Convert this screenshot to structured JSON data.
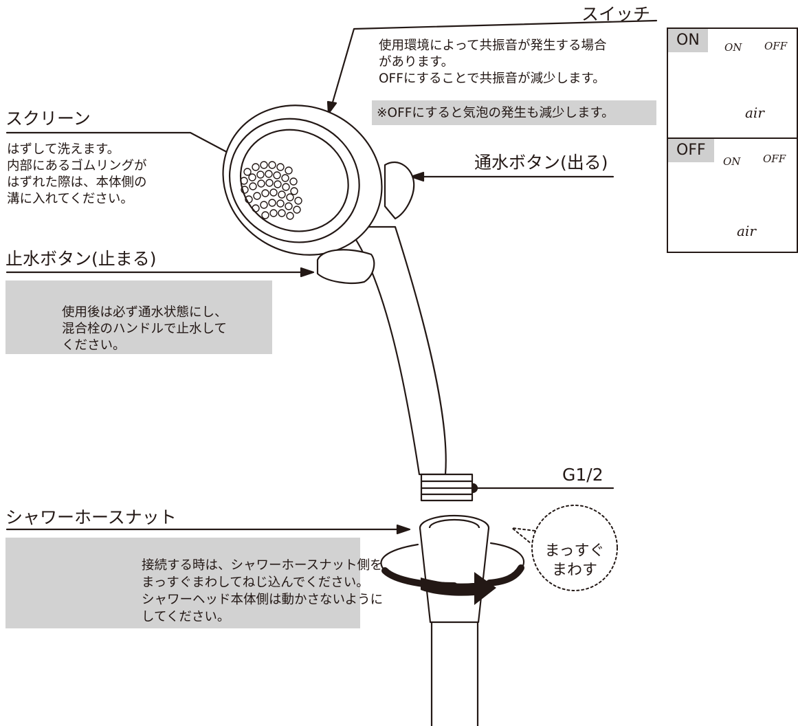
{
  "switch": {
    "title": "スイッチ",
    "lines": [
      "使用環境によって共振音が発生する場合",
      "があります。",
      "OFFにすることで共振音が減少します。"
    ],
    "note": "※OFFにすると気泡の発生も減少します。"
  },
  "screen": {
    "title": "スクリーン",
    "lines": [
      "はずして洗えます。",
      "内部にあるゴムリングが",
      "はずれた際は、本体側の",
      "溝に入れてください。"
    ]
  },
  "flow_button": {
    "title": "通水ボタン(出る)"
  },
  "stop_button": {
    "title": "止水ボタン(止まる)",
    "warning": [
      "使用後は必ず通水状態にし、",
      "混合栓のハンドルで止水して",
      "ください。"
    ]
  },
  "thread": {
    "label": "G1/2"
  },
  "hose_nut": {
    "title": "シャワーホースナット",
    "warning": [
      "接続する時は、シャワーホースナット側を",
      "まっすぐまわしてねじ込んでください。",
      "シャワーヘッド本体側は動かさないように",
      "してください。"
    ]
  },
  "bubble": {
    "lines": [
      "まっすぐ",
      "まわす"
    ]
  },
  "switch_panels": {
    "on": {
      "tag": "ON",
      "label_on": "ON",
      "label_off": "OFF",
      "knob_text": "air"
    },
    "off": {
      "tag": "OFF",
      "label_on": "ON",
      "label_off": "OFF",
      "knob_text": "air"
    }
  },
  "colors": {
    "ink": "#231815",
    "box_gray": "#d2d2d2",
    "tag_gray": "#cfcfcf"
  }
}
